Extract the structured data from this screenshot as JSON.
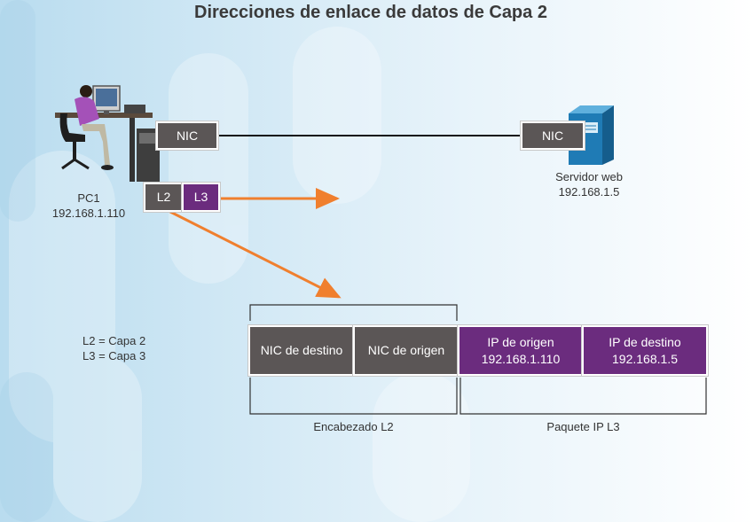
{
  "title": "Direcciones de enlace de datos de Capa 2",
  "pc": {
    "name": "PC1",
    "ip": "192.168.1.110",
    "icon": "user-at-computer"
  },
  "server": {
    "name": "Servidor web",
    "ip": "192.168.1.5",
    "icon": "server-tower"
  },
  "nic_left": "NIC",
  "nic_right": "NIC",
  "layers": {
    "l2": "L2",
    "l3": "L3"
  },
  "legend": {
    "line1": "L2 = Capa 2",
    "line2": "L3 = Capa 3"
  },
  "frame": {
    "dest_nic": "NIC de destino",
    "src_nic": "NIC de origen",
    "src_ip_label": "IP de origen",
    "src_ip": "192.168.1.110",
    "dst_ip_label": "IP de destino",
    "dst_ip": "192.168.1.5"
  },
  "brackets": {
    "l2_header": "Encabezado L2",
    "l3_packet": "Paquete IP L3"
  },
  "colors": {
    "gray_box": "#5b5656",
    "purple_box": "#6b2c7e",
    "arrow": "#f07f2e",
    "server": "#1f7bb5"
  }
}
